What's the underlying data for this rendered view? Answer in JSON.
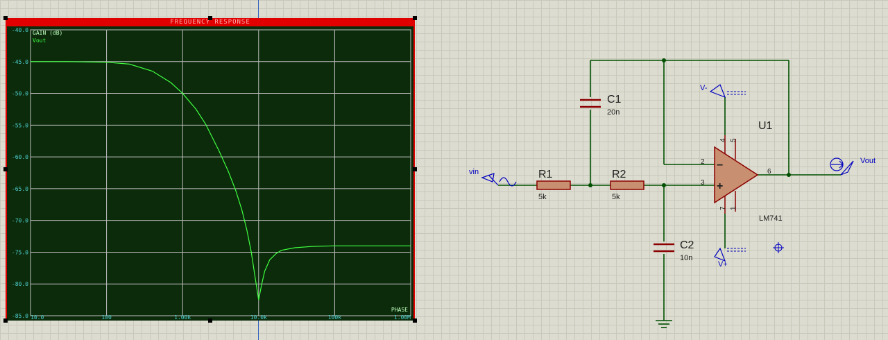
{
  "graph": {
    "title": "FREQUENCY RESPONSE",
    "y_axis_label": "GAIN (dB)",
    "trace_name": "Vout",
    "phase_label": "PHASE",
    "y_ticks": [
      "-40.0",
      "-45.0",
      "-50.0",
      "-55.0",
      "-60.0",
      "-65.0",
      "-70.0",
      "-75.0",
      "-80.0",
      "-85.0"
    ],
    "x_ticks": [
      "10.0",
      "100",
      "1.00k",
      "10.0k",
      "100k",
      "1.00M"
    ]
  },
  "chart_data": {
    "type": "line",
    "title": "FREQUENCY RESPONSE",
    "xlabel": "",
    "ylabel": "GAIN (dB)",
    "x_scale": "log",
    "xlim": [
      10,
      1000000
    ],
    "ylim": [
      -85,
      -40
    ],
    "grid": true,
    "series": [
      {
        "name": "Vout",
        "x": [
          10,
          30,
          100,
          200,
          400,
          700,
          1000,
          1500,
          2000,
          3000,
          4000,
          5000,
          6000,
          7000,
          8000,
          9000,
          10000,
          11000,
          12000,
          14000,
          17000,
          20000,
          30000,
          50000,
          100000,
          300000,
          1000000
        ],
        "y": [
          -45.0,
          -45.0,
          -45.1,
          -45.4,
          -46.5,
          -48.3,
          -50.0,
          -52.5,
          -54.8,
          -59.0,
          -62.3,
          -65.3,
          -68.3,
          -71.5,
          -75.0,
          -79.0,
          -82.5,
          -80.0,
          -78.0,
          -76.2,
          -75.2,
          -74.7,
          -74.3,
          -74.1,
          -74.0,
          -74.0,
          -74.0
        ]
      }
    ]
  },
  "schematic": {
    "vin_label": "vin",
    "vout_label": "Vout",
    "r1": {
      "name": "R1",
      "value": "5k"
    },
    "r2": {
      "name": "R2",
      "value": "5k"
    },
    "c1": {
      "name": "C1",
      "value": "20n"
    },
    "c2": {
      "name": "C2",
      "value": "10n"
    },
    "u1": {
      "name": "U1",
      "part": "LM741"
    },
    "vneg_label": "V-",
    "vpos_label": "V+",
    "pins": {
      "p2": "2",
      "p3": "3",
      "p4": "4",
      "p5": "5",
      "p6": "6",
      "p7": "7",
      "p1": "1"
    },
    "opamp_minus": "−",
    "opamp_plus": "+"
  },
  "colors": {
    "graph_bg": "#0b2b0b",
    "trace": "#40ff40",
    "title_bar": "#e00000",
    "wire": "#005000",
    "component": "#8b0000",
    "label_blue": "#0000c0"
  }
}
